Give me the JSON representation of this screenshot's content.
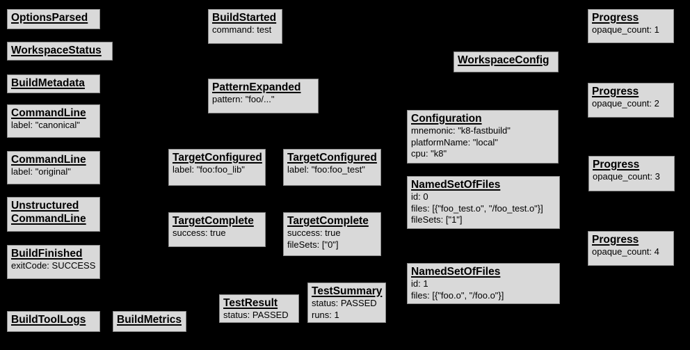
{
  "colors": {
    "background": "#000000",
    "box_fill": "#d9d9d9",
    "box_border": "#8a8a8a",
    "text": "#000000"
  },
  "boxes": [
    {
      "title": "OptionsParsed",
      "lines": []
    },
    {
      "title": "WorkspaceStatus",
      "lines": []
    },
    {
      "title": "BuildMetadata",
      "lines": []
    },
    {
      "title": "CommandLine",
      "lines": [
        "label: \"canonical\""
      ]
    },
    {
      "title": "CommandLine",
      "lines": [
        "label: \"original\""
      ]
    },
    {
      "title": "Unstructured",
      "title2": "CommandLine",
      "lines": []
    },
    {
      "title": "BuildFinished",
      "lines": [
        "exitCode: SUCCESS"
      ]
    },
    {
      "title": "BuildToolLogs",
      "lines": []
    },
    {
      "title": "BuildMetrics",
      "lines": []
    },
    {
      "title": "BuildStarted",
      "lines": [
        "command: test"
      ]
    },
    {
      "title": "PatternExpanded",
      "lines": [
        "pattern: \"foo/...\""
      ]
    },
    {
      "title": "TargetConfigured",
      "lines": [
        "label: \"foo:foo_lib\""
      ]
    },
    {
      "title": "TargetConfigured",
      "lines": [
        "label: \"foo:foo_test\""
      ]
    },
    {
      "title": "TargetComplete",
      "lines": [
        "success: true"
      ]
    },
    {
      "title": "TargetComplete",
      "lines": [
        "success: true",
        "fileSets: [\"0\"]"
      ]
    },
    {
      "title": "TestResult",
      "lines": [
        "status: PASSED"
      ]
    },
    {
      "title": "TestSummary",
      "lines": [
        "status: PASSED",
        "runs: 1"
      ]
    },
    {
      "title": "WorkspaceConfig",
      "lines": []
    },
    {
      "title": "Configuration",
      "lines": [
        "mnemonic: \"k8-fastbuild\"",
        "platformName: \"local\"",
        "cpu: \"k8\""
      ]
    },
    {
      "title": "NamedSetOfFiles",
      "lines": [
        "id: 0",
        "files: [{\"foo_test.o\", \"/foo_test.o\"}]",
        "fileSets: [\"1\"]"
      ]
    },
    {
      "title": "NamedSetOfFiles",
      "lines": [
        "id: 1",
        "files: [{\"foo.o\", \"/foo.o\"}]"
      ]
    },
    {
      "title": "Progress",
      "lines": [
        "opaque_count: 1"
      ]
    },
    {
      "title": "Progress",
      "lines": [
        "opaque_count: 2"
      ]
    },
    {
      "title": "Progress",
      "lines": [
        "opaque_count: 3"
      ]
    },
    {
      "title": "Progress",
      "lines": [
        "opaque_count: 4"
      ]
    }
  ]
}
